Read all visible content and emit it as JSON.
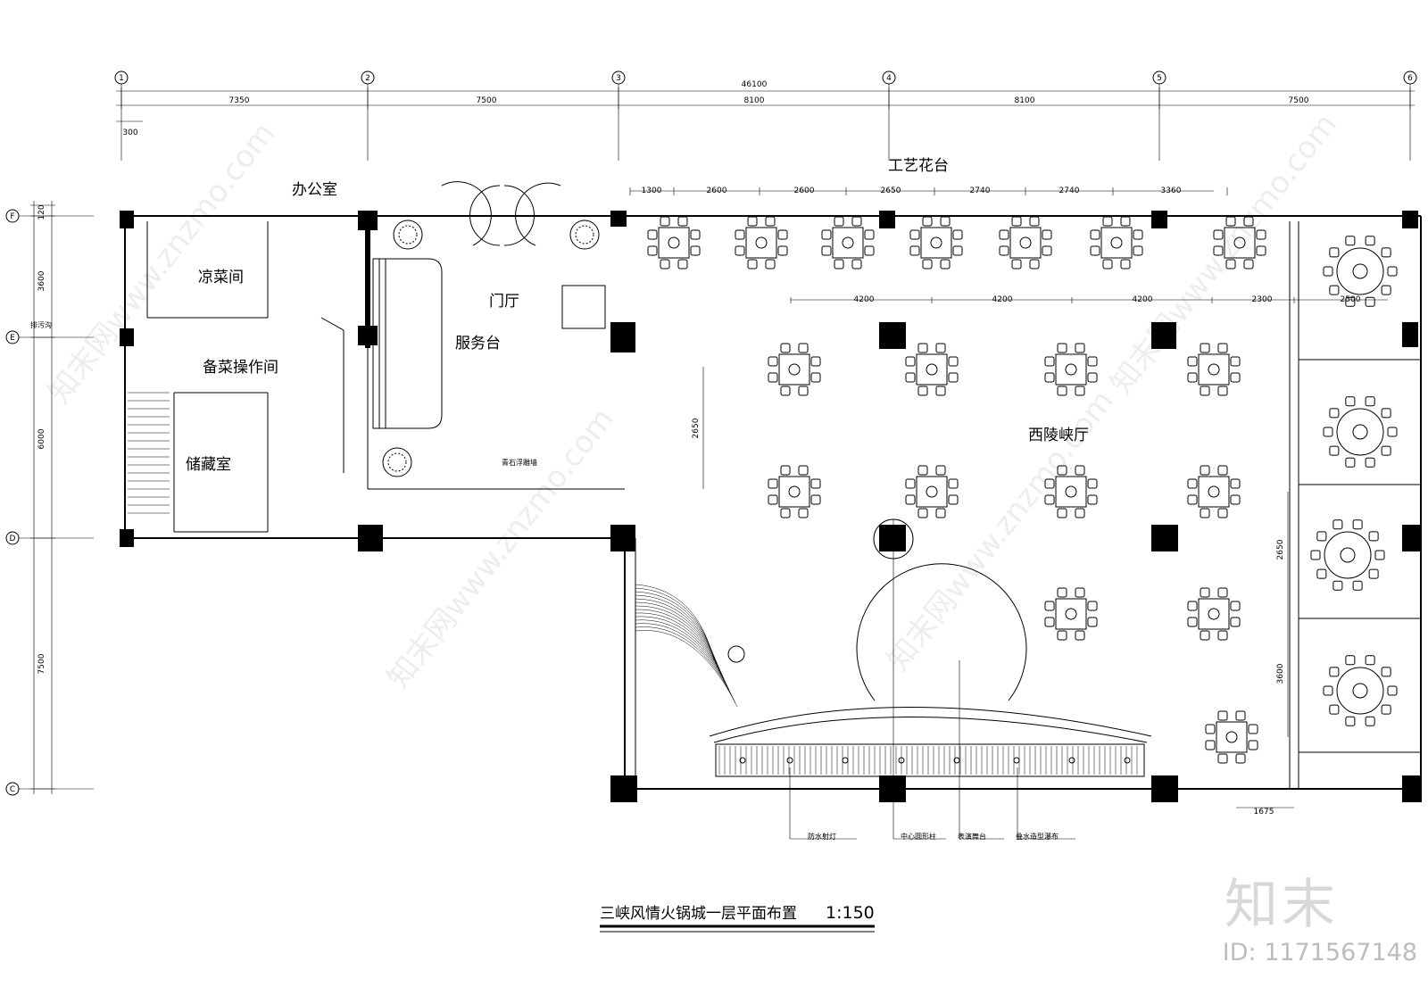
{
  "axes": {
    "columns": [
      "1",
      "2",
      "3",
      "4",
      "5",
      "6"
    ],
    "rows": [
      "F",
      "E",
      "D",
      "C"
    ]
  },
  "dimensions": {
    "overall": "46100",
    "spans": [
      "7350",
      "7500",
      "8100",
      "8100",
      "7500"
    ],
    "offset": "300",
    "row_spans": [
      "3600",
      "6000",
      "7500"
    ],
    "row_offset": "120",
    "table_spacing": [
      "1300",
      "2600",
      "2600",
      "2650",
      "2740",
      "2740",
      "3360"
    ],
    "mid_spacing": [
      "4200",
      "4200",
      "4200",
      "2300",
      "2500"
    ],
    "vertical_left": "2650",
    "vertical_right_a": "2650",
    "vertical_right_b": "3600",
    "bottom_right": "1675"
  },
  "rooms": {
    "office": "办公室",
    "cold_dish": "凉菜间",
    "prep": "备菜操作间",
    "storage": "储藏室",
    "lobby": "门厅",
    "service_desk": "服务台",
    "flower_stand": "工艺花台",
    "main_hall": "西陵峡厅"
  },
  "notes": {
    "ditch": "排污沟",
    "relief_wall": "青石浮雕墙",
    "lights": "防水射灯",
    "pillar": "中心圆形柱",
    "stage": "表演舞台",
    "waterfall": "叠水造型瀑布"
  },
  "title": "三峡风情火锅城一层平面布置",
  "scale": "1:150",
  "watermark": {
    "brand": "知末",
    "id": "ID: 1171567148",
    "diagonal": "知末网www.znzmo.com"
  }
}
